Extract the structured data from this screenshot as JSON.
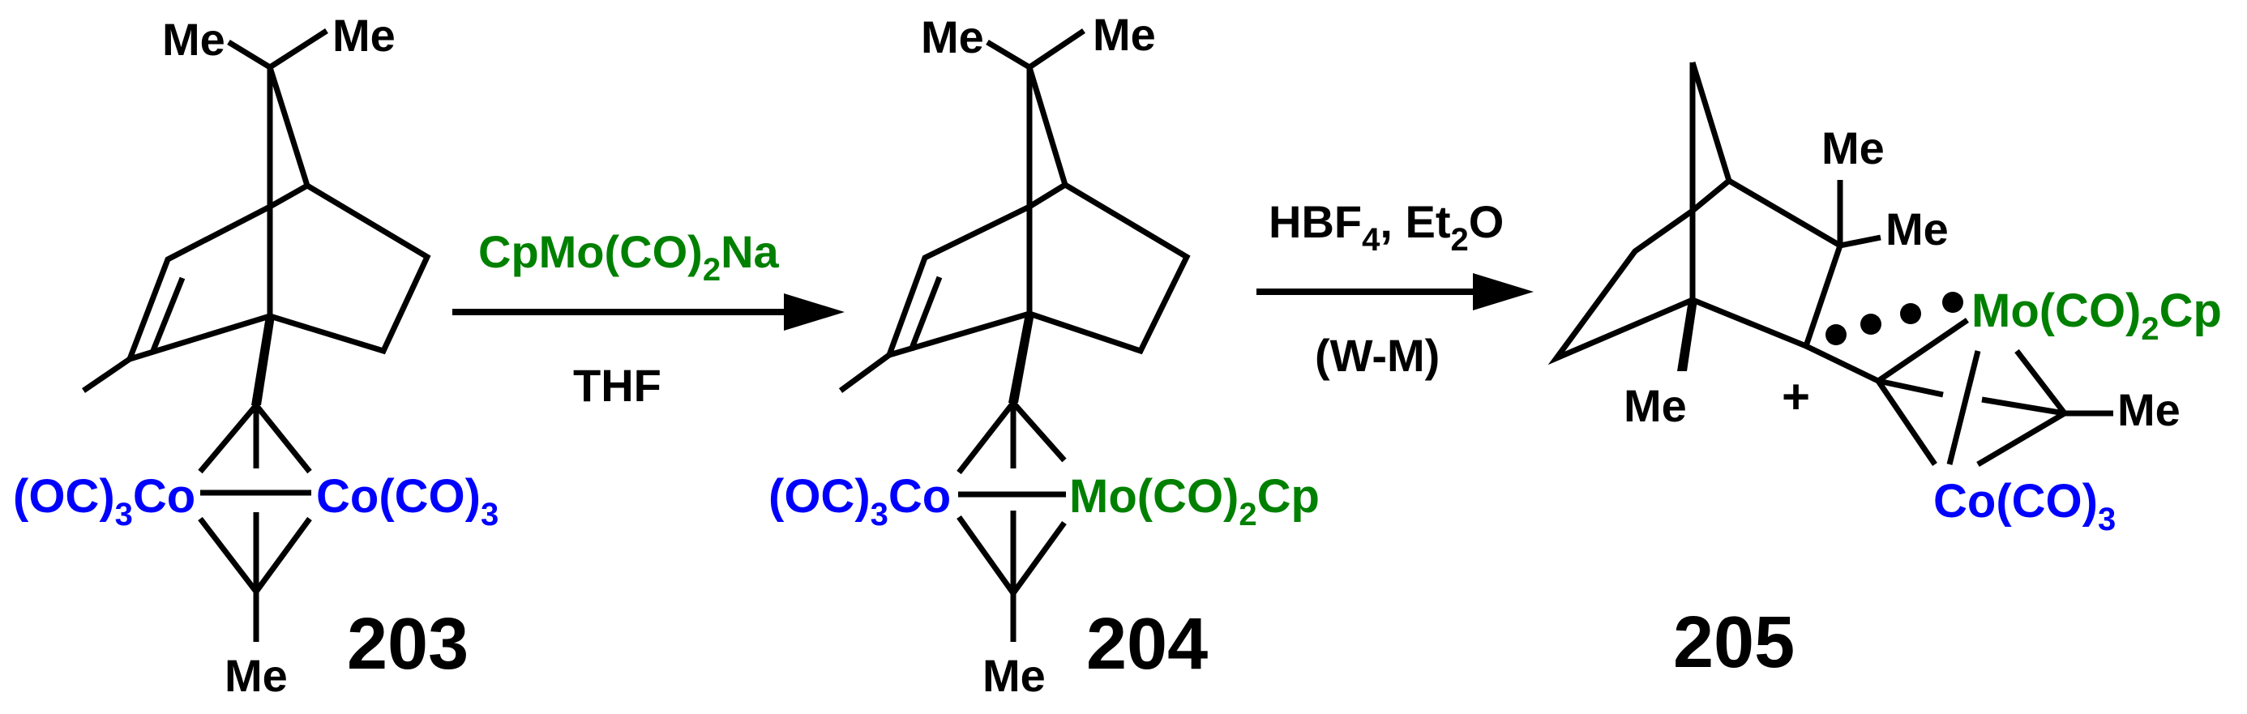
{
  "scheme": {
    "colors": {
      "cobalt": "#0000ff",
      "molybdenum": "#008000",
      "default": "#000000"
    },
    "compounds": [
      {
        "id": "203",
        "label": "203",
        "substituents": {
          "me_top_left": "Me",
          "me_top_right": "Me",
          "me_bottom": "Me"
        },
        "metal_left": {
          "main": "(OC)",
          "sub": "3",
          "tail": "Co"
        },
        "metal_right": {
          "main": "Co(CO)",
          "sub": "3"
        }
      },
      {
        "id": "204",
        "label": "204",
        "substituents": {
          "me_top_left": "Me",
          "me_top_right": "Me",
          "me_bottom": "Me"
        },
        "metal_left": {
          "main": "(OC)",
          "sub": "3",
          "tail": "Co"
        },
        "metal_right": {
          "main": "Mo(CO)",
          "sub": "2",
          "tail": "Cp"
        }
      },
      {
        "id": "205",
        "label": "205",
        "substituents": {
          "me_upper": "Me",
          "me_gem": "Me",
          "me_bridgehead": "Me",
          "me_alkyne": "Me"
        },
        "charge": "+",
        "metal_top": {
          "main": "Mo(CO)",
          "sub": "2",
          "tail": "Cp"
        },
        "metal_bottom": {
          "main": "Co(CO)",
          "sub": "3"
        }
      }
    ],
    "arrows": [
      {
        "above": {
          "main": "CpMo(CO)",
          "sub": "2",
          "tail": "Na"
        },
        "below": "THF"
      },
      {
        "above": {
          "part1": "HBF",
          "sub1": "4",
          "part2": ", Et",
          "sub2": "2",
          "part3": "O"
        },
        "below": "(W-M)"
      }
    ]
  }
}
